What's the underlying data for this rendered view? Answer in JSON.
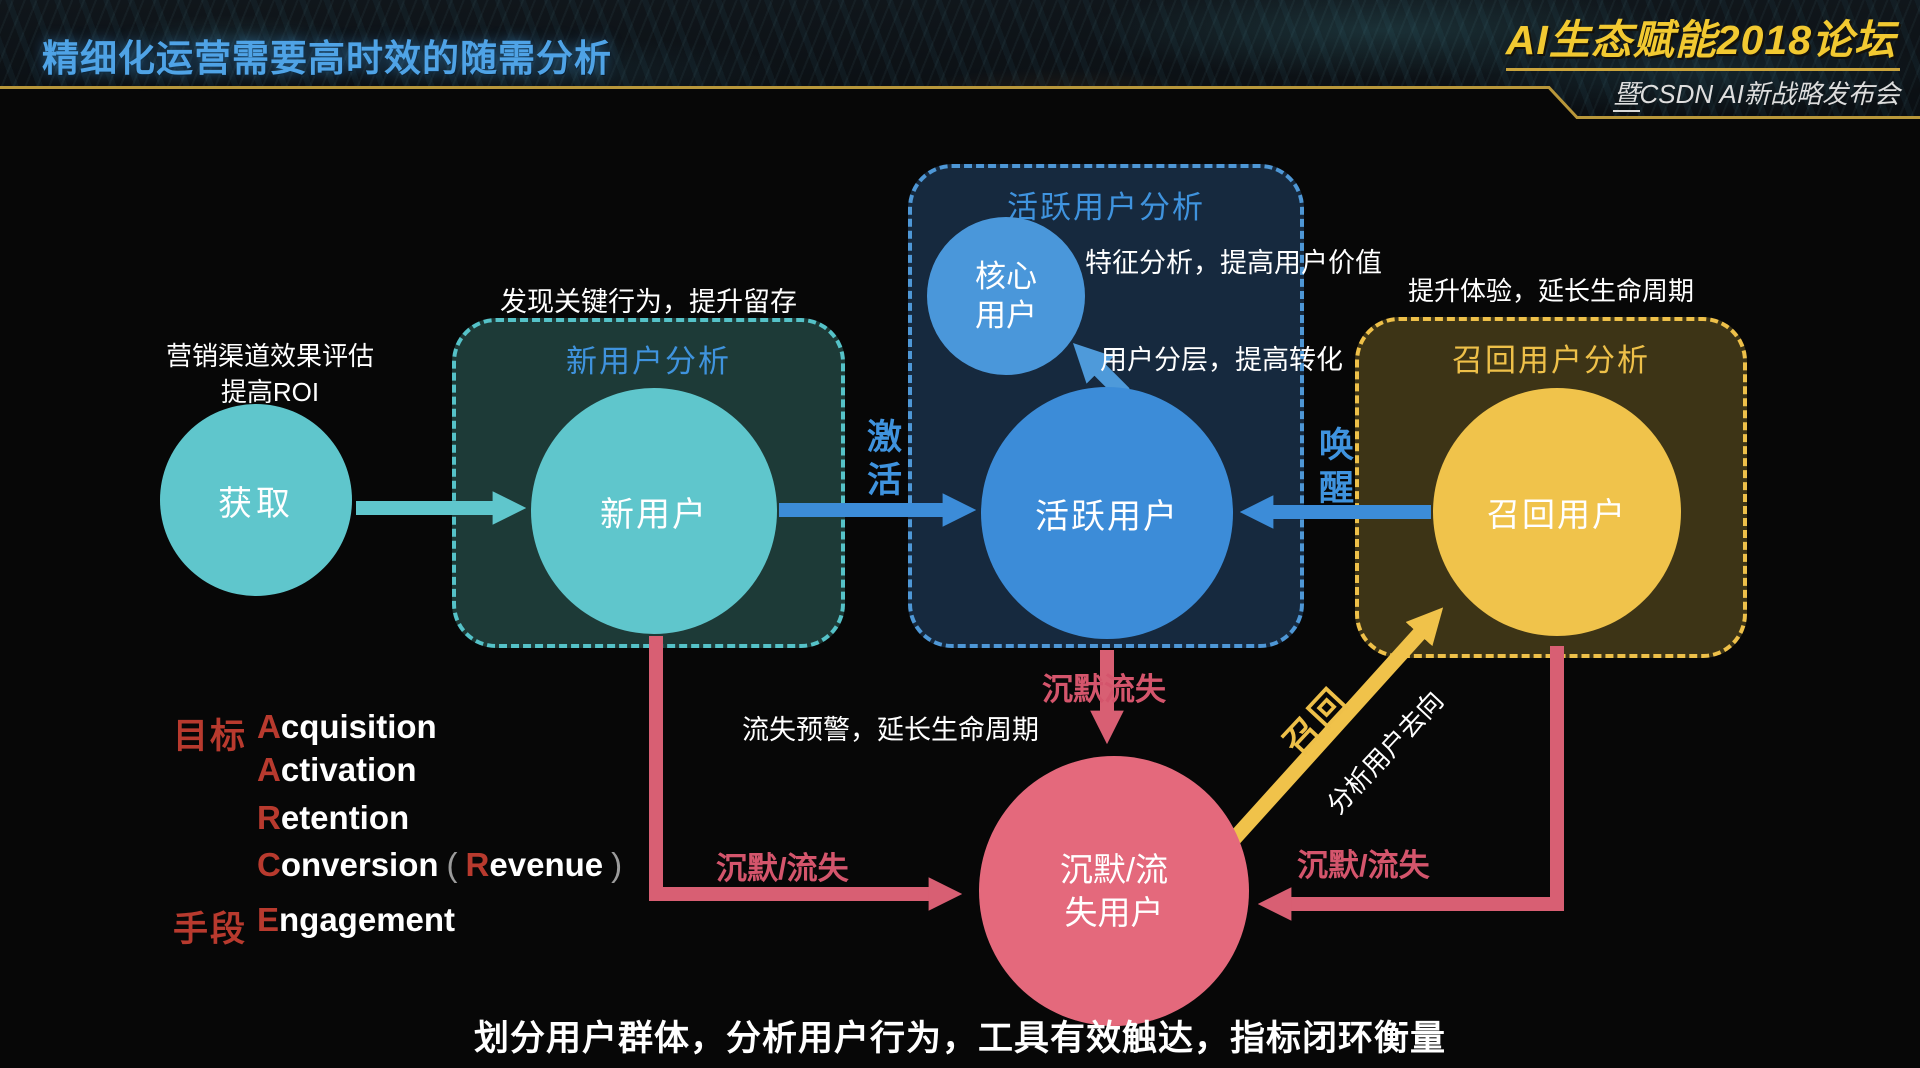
{
  "colors": {
    "title_blue": "#4fa3e6",
    "logo_yellow": "#f2c931",
    "teal": "#5fc6cc",
    "blue": "#3c8cd8",
    "core_blue": "#4a97da",
    "recall_yellow": "#f0c34b",
    "churn_pink": "#e4697c",
    "pink_arrow": "#d85f73",
    "accent_red": "#b83a2e"
  },
  "header": {
    "title": "精细化运营需要高时效的随需分析",
    "logo_title": "AI生态赋能2018论坛",
    "logo_subtitle_lead": "暨",
    "logo_subtitle_rest": "CSDN AI新战略发布会"
  },
  "acquisition": {
    "note_line1": "营销渠道效果评估",
    "note_line2": "提高ROI",
    "circle_label": "获取"
  },
  "new_user": {
    "note": "发现关键行为，提升留存",
    "box_title": "新用户分析",
    "circle_label": "新用户"
  },
  "active_user": {
    "box_title": "活跃用户分析",
    "core_circle_line1": "核心",
    "core_circle_line2": "用户",
    "circle_label": "活跃用户",
    "core_note": "特征分析，提高用户价值",
    "layer_note": "用户分层，提高转化",
    "activate_label": "激活",
    "awaken_label": "唤醒"
  },
  "recall_user": {
    "note": "提升体验，延长生命周期",
    "box_title": "召回用户分析",
    "circle_label": "召回用户",
    "recall_arrow_label": "召回",
    "recall_arrow_note": "分析用户去向"
  },
  "churn": {
    "silent_churn_label": "沉默流失",
    "warning_note": "流失预警，延长生命周期",
    "left_label": "沉默/流失",
    "right_label": "沉默/流失",
    "circle_line1": "沉默/流",
    "circle_line2": "失用户"
  },
  "aarrr": {
    "goal_label": "目标",
    "method_label": "手段",
    "lines": [
      {
        "lead": "A",
        "rest": "cquisition"
      },
      {
        "lead": "A",
        "rest": "ctivation"
      },
      {
        "lead": "R",
        "rest": "etention"
      },
      {
        "lead": "C",
        "rest": "onversion"
      },
      {
        "lead": "E",
        "rest": "ngagement"
      }
    ],
    "revenue": {
      "paren_open": "(",
      "lead": "R",
      "rest": "evenue",
      "paren_close": ")"
    }
  },
  "footer": "划分用户群体，分析用户行为，工具有效触达，指标闭环衡量"
}
